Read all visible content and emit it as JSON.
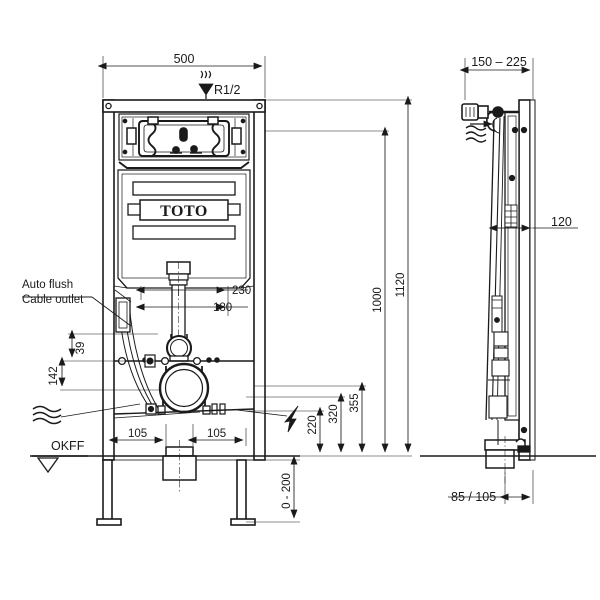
{
  "drawing": {
    "title": "TOTO wall-hung WC installation frame - dimensioned technical drawing",
    "brand_logo": "TOTO",
    "line_color": "#1a1a1a",
    "background_color": "#ffffff"
  },
  "front_view": {
    "dimensions": {
      "width_500": "500",
      "inlet_thread": "R1/2",
      "flush_pipe_230": "230",
      "flush_pipe_180": "180",
      "cable_outlet_39": "39",
      "cable_outlet_142": "142",
      "waste_left_105": "105",
      "waste_right_105": "105",
      "height_1120": "1120",
      "height_1000": "1000",
      "height_355": "355",
      "height_320": "320",
      "height_220": "220",
      "foot_adjust": "0 - 200"
    },
    "annotations": {
      "auto_flush": "Auto flush",
      "cable_outlet": "Cable outlet",
      "floor_level": "OKFF"
    },
    "symbols": {
      "water_inlet": "water-inlet-arrow",
      "water_wave": "water-wave-symbol",
      "electric": "lightning-bolt-symbol",
      "floor_datum": "floor-level-triangle"
    }
  },
  "side_view": {
    "dimensions": {
      "depth_range": "150 – 225",
      "offset_120": "120",
      "waste_offset": "85 / 105"
    },
    "symbols": {
      "supply_wave": "water-supply-wave-arrow"
    }
  }
}
